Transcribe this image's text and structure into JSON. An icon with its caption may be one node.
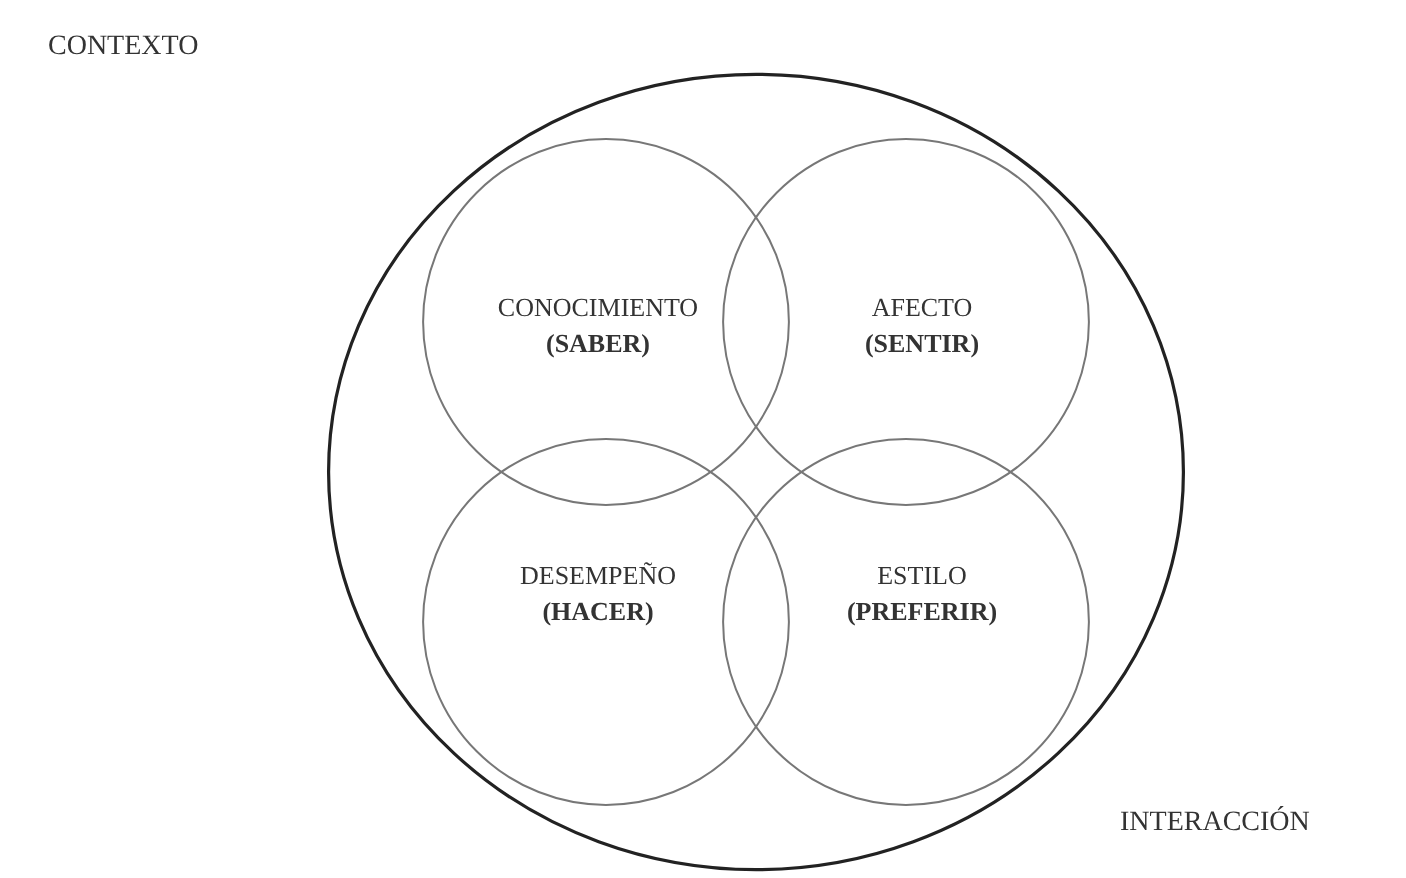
{
  "diagram": {
    "nodes": [
      {
        "text": [],
        "shape": "circle"
      },
      {
        "text": [
          "CONOCIMIENTO",
          "(SABER)"
        ],
        "in": 0
      },
      {
        "text": [
          "AFECTO",
          "(SENTIR)"
        ],
        "in": 0
      },
      {
        "text": [
          "DESEMPEÑO",
          "(HACER)"
        ],
        "in": 0
      },
      {
        "text": [
          "ESTILO",
          "(PREFERIR)"
        ],
        "in": 0
      }
    ],
    "labels": [
      "CONTEXTO",
      "INTERACCIÓN"
    ]
  }
}
